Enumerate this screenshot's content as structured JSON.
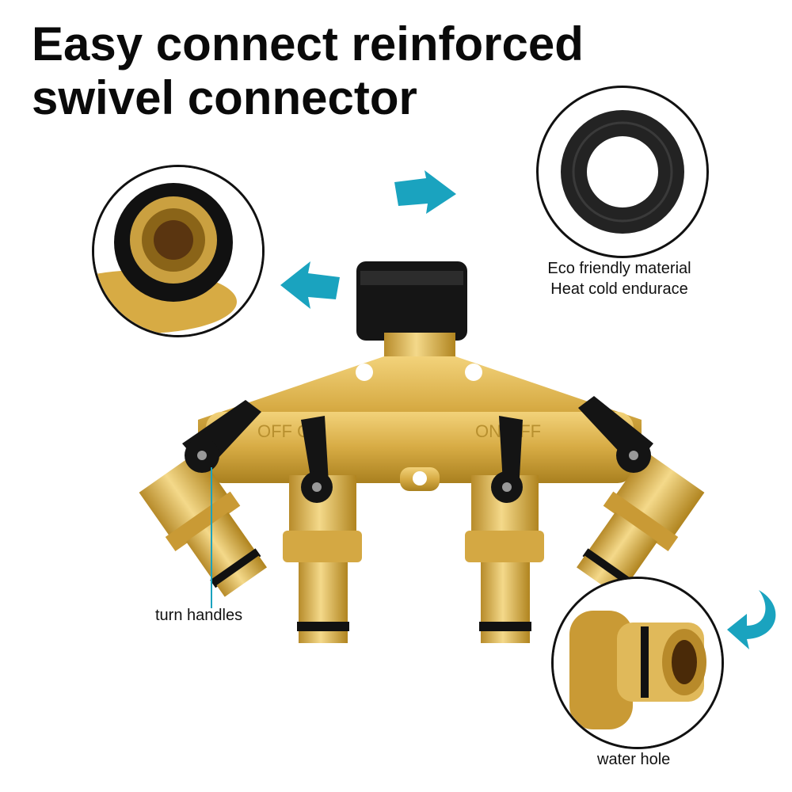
{
  "title_line1": "Easy connect reinforced",
  "title_line2": "swivel connector",
  "callouts": {
    "gasket_line1": "Eco friendly material",
    "gasket_line2": "Heat cold endurace",
    "handles": "turn handles",
    "hole": "water hole"
  },
  "valve_text": {
    "left": "OFF ON",
    "right": "ON OFF"
  },
  "colors": {
    "accent": "#1aa3bf",
    "brass": "#d9b04a",
    "rubber": "#1a1a1a"
  },
  "icons": [
    "arrow-right-icon",
    "arrow-left-icon",
    "curved-arrow-icon"
  ]
}
